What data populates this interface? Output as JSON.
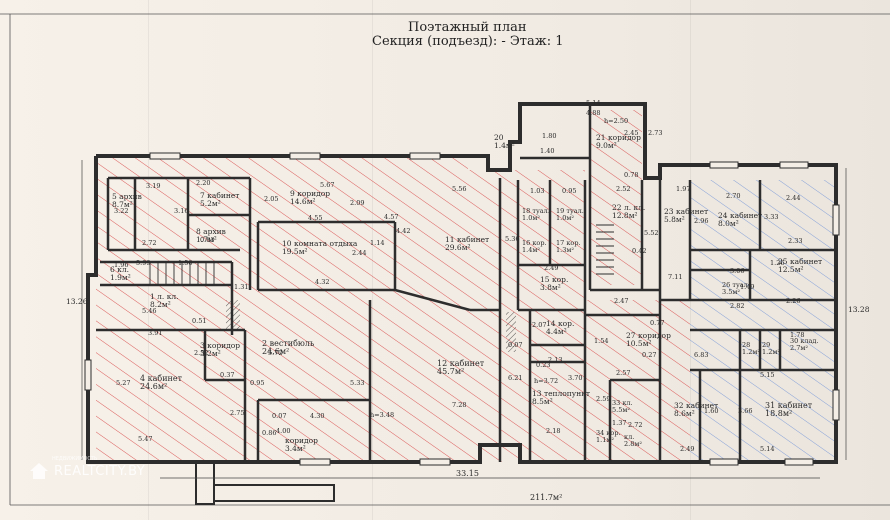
{
  "header": {
    "line1": "Поэтажный план",
    "line2": "Секция (подъезд): -     Этаж: 1"
  },
  "footer": {
    "length": "33.15",
    "total_area": "211.7м²"
  },
  "watermark": {
    "text": "REALTCITY.BY",
    "small": "НЕДВИЖИМОСТЬ"
  },
  "colors": {
    "wall": "#2d2d2d",
    "hatch": "#d94a4a",
    "hatch_blue": "#7a9ad8",
    "paper": "#f4eee6"
  },
  "rooms": [
    {
      "id": "r1",
      "num": "5",
      "name": "архив",
      "area": "8.7м²"
    },
    {
      "id": "r2",
      "num": "7",
      "name": "кабинет",
      "area": "5.2м²"
    },
    {
      "id": "r3",
      "num": "8",
      "name": "архив",
      "area": "1.7м²"
    },
    {
      "id": "r4",
      "num": "9",
      "name": "коридор",
      "area": "14.6м²"
    },
    {
      "id": "r5",
      "num": "10",
      "name": "комната отдыха",
      "area": "19.5м²"
    },
    {
      "id": "r6",
      "num": "11",
      "name": "кабинет",
      "area": "29.6м²"
    },
    {
      "id": "r7",
      "num": "6",
      "name": "кл.",
      "area": "1.9м²"
    },
    {
      "id": "r8",
      "num": "1",
      "name": "л. кл.",
      "area": "8.2м²"
    },
    {
      "id": "r9",
      "num": "2",
      "name": "вестибюль",
      "area": "24.6м²"
    },
    {
      "id": "r10",
      "num": "3",
      "name": "коридор",
      "area": "3.2м²"
    },
    {
      "id": "r11",
      "num": "4",
      "name": "кабинет",
      "area": "24.6м²"
    },
    {
      "id": "r12",
      "num": "12",
      "name": "кабинет",
      "area": "45.7м²"
    },
    {
      "id": "r13",
      "num": "",
      "name": "коридор",
      "area": "3.4м²"
    },
    {
      "id": "r14",
      "num": "13",
      "name": "теплопункт",
      "area": "8.5м²"
    },
    {
      "id": "r15",
      "num": "14",
      "name": "кор.",
      "area": "4.4м²"
    },
    {
      "id": "r16",
      "num": "15",
      "name": "кор.",
      "area": "3.8м²"
    },
    {
      "id": "r17",
      "num": "16",
      "name": "кор.",
      "area": "1.4м²"
    },
    {
      "id": "r18",
      "num": "17",
      "name": "кор.",
      "area": "1.3м²"
    },
    {
      "id": "r19",
      "num": "18",
      "name": "туал.",
      "area": "1.0м²"
    },
    {
      "id": "r20",
      "num": "19",
      "name": "туал.",
      "area": "1.0м²"
    },
    {
      "id": "r21",
      "num": "20",
      "name": "",
      "area": "1.4м²"
    },
    {
      "id": "r22",
      "num": "21",
      "name": "коридор",
      "area": "9.0м²"
    },
    {
      "id": "r23",
      "num": "22",
      "name": "л. кл.",
      "area": "12.8м²"
    },
    {
      "id": "r24",
      "num": "23",
      "name": "кабинет",
      "area": "5.8м²"
    },
    {
      "id": "r25",
      "num": "24",
      "name": "кабинет",
      "area": "8.0м²"
    },
    {
      "id": "r26",
      "num": "25",
      "name": "кабинет",
      "area": "12.5м²"
    },
    {
      "id": "r27",
      "num": "26",
      "name": "туал.",
      "area": "3.5м²"
    },
    {
      "id": "r28",
      "num": "27",
      "name": "коридор",
      "area": "10.5м²"
    },
    {
      "id": "r29",
      "num": "28",
      "name": "",
      "area": "1.2м²"
    },
    {
      "id": "r30",
      "num": "29",
      "name": "",
      "area": "1.2м²"
    },
    {
      "id": "r31",
      "num": "30",
      "name": "клад.",
      "area": "2.7м²"
    },
    {
      "id": "r32",
      "num": "31",
      "name": "кабинет",
      "area": "18.8м²"
    },
    {
      "id": "r33",
      "num": "32",
      "name": "кабинет",
      "area": "8.6м²"
    },
    {
      "id": "r34",
      "num": "33",
      "name": "кл.",
      "area": "5.5м²"
    },
    {
      "id": "r35",
      "num": "34",
      "name": "кор.",
      "area": "1.1м²"
    },
    {
      "id": "r36",
      "num": "",
      "name": "кл.",
      "area": "2.8м²"
    }
  ],
  "dims": [
    "3.19",
    "3.22",
    "3.16",
    "2.72",
    "2.20",
    "0.83",
    "5.67",
    "4.55",
    "2.09",
    "2.05",
    "5.56",
    "1.14",
    "4.57",
    "4.42",
    "5.36",
    "4.32",
    "2.44",
    "5.99",
    "1.50",
    "1.96",
    "5.46",
    "0.51",
    "3.91",
    "1.31",
    "5.72",
    "5.27",
    "2.52",
    "0.37",
    "5.33",
    "5.47",
    "2.75",
    "0.95",
    "0.07",
    "4.30",
    "4.00",
    "0.86",
    "h=3.48",
    "7.28",
    "6.21",
    "h=3.72",
    "3.70",
    "2.18",
    "2.57",
    "1.54",
    "0.77",
    "0.27",
    "0.23",
    "2.13",
    "2.07",
    "0.07",
    "2.49",
    "1.03",
    "0.95",
    "1.40",
    "1.80",
    "5.14",
    "4.88",
    "h=2.50",
    "2.45",
    "2.73",
    "0.78",
    "2.52",
    "1.97",
    "2.70",
    "2.44",
    "3.33",
    "2.96",
    "2.33",
    "5.52",
    "0.42",
    "2.47",
    "3.06",
    "2.82",
    "2.26",
    "1.78",
    "6.83",
    "5.15",
    "1.37",
    "2.59",
    "2.72",
    "3.66",
    "1.60",
    "2.49",
    "5.14",
    "13.26",
    "13.28",
    "1.49",
    "7.11",
    "1.26"
  ]
}
